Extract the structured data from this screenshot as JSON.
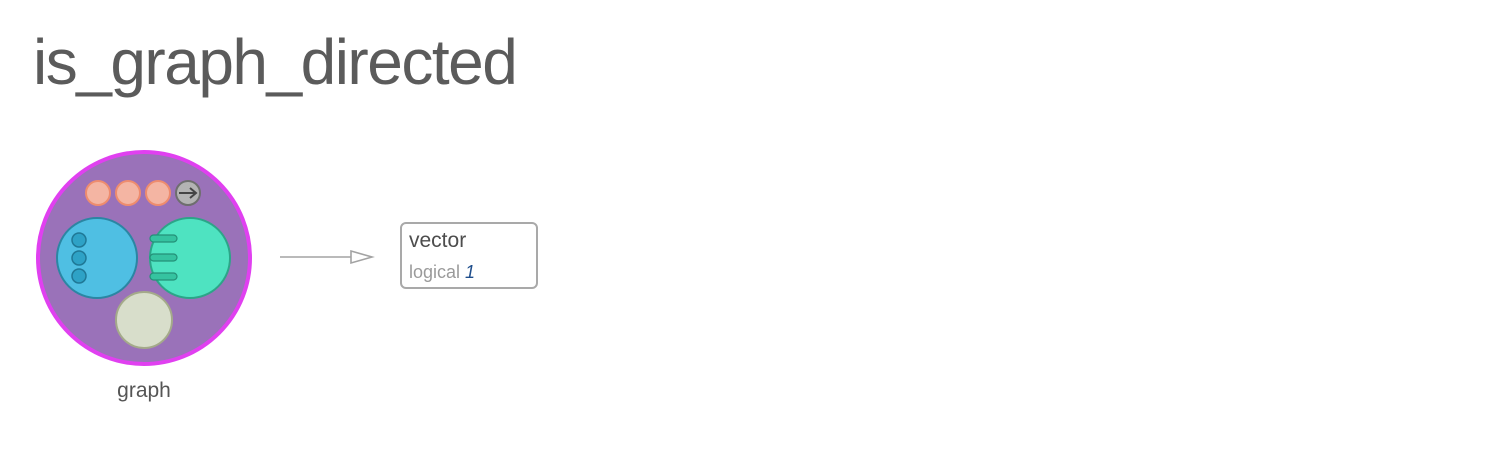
{
  "page": {
    "title": "is_graph_directed"
  },
  "input": {
    "label": "graph",
    "icon": "graph-icon",
    "colors": {
      "outer_fill": "#9a72b9",
      "outer_stroke": "#e040f0",
      "attr_dots_fill": "#f4b5a3",
      "attr_dots_stroke": "#ee8c6e",
      "direction_dot_fill": "#b3b3b3",
      "vertices_fill": "#4fbfe3",
      "edges_fill": "#4ee3c1",
      "graph_attr_fill": "#d8decb"
    }
  },
  "output": {
    "type": "vector",
    "subtype": "logical",
    "length": "1"
  }
}
